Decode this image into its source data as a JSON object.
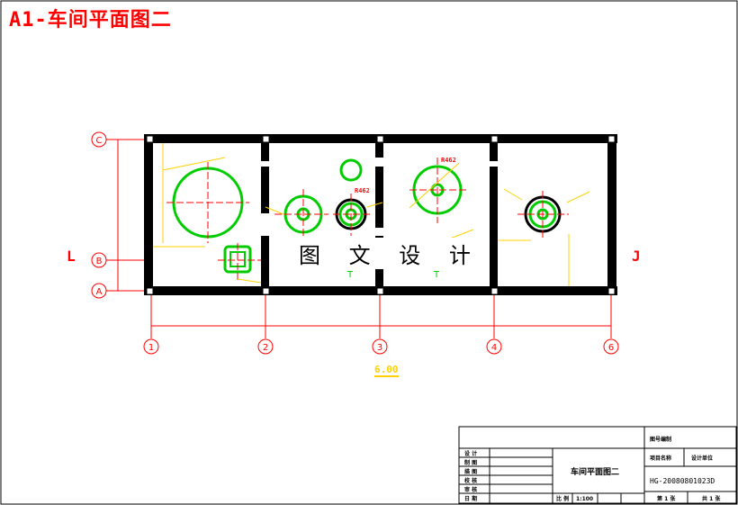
{
  "title": "A1-车间平面图二",
  "watermark": "图 文 设 计",
  "overall_dimension": "6.00",
  "axis_rows": [
    "C",
    "B",
    "A"
  ],
  "axis_cols": [
    "1",
    "2",
    "3",
    "4",
    "6"
  ],
  "section_marks": [
    "L",
    "J"
  ],
  "tags": {
    "t1": "T",
    "t2": "T",
    "r_label_1": "R462",
    "r_label_2": "R462"
  },
  "title_block": {
    "drawing_name": "车间平面图二",
    "drawing_no": "HG-20080801023D",
    "scale_label": "比 例",
    "scale_value": "1:100",
    "sheet_label": "第 1 张",
    "total_label": "共 1 张",
    "row_labels": [
      "设 计",
      "制 图",
      "描 图",
      "校 核",
      "审 核",
      "日 期"
    ],
    "top_right_label": "图号编制",
    "project_label": "项目名称",
    "unit_label": "设计单位"
  },
  "colors": {
    "wall": "#000000",
    "axis": "#ff0000",
    "equipment": "#00cc00",
    "dimension": "#ffd000",
    "border": "#000000"
  }
}
